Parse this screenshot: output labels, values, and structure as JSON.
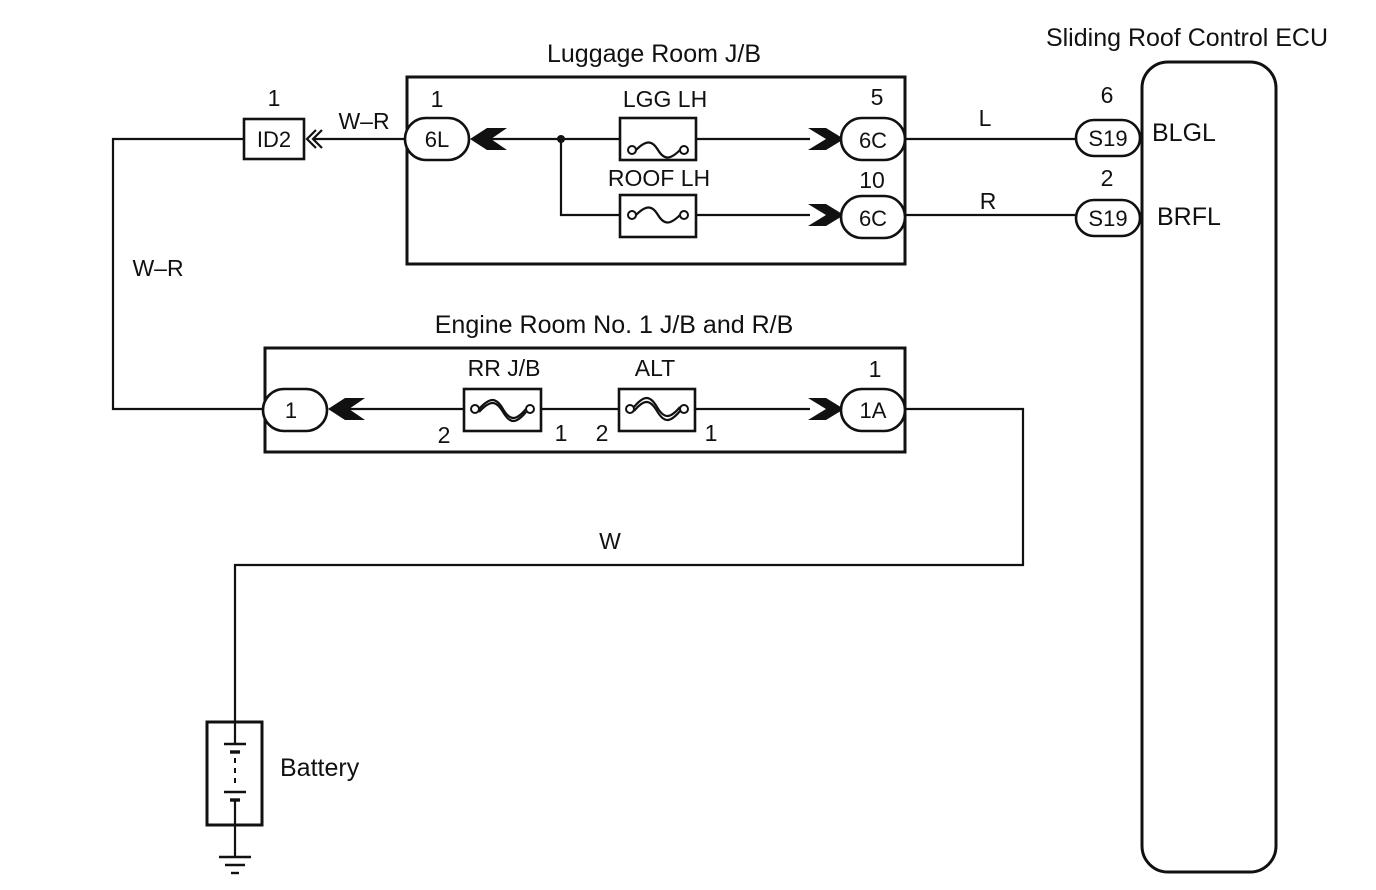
{
  "ecu": {
    "title": "Sliding Roof Control ECU",
    "pins": [
      {
        "number": "6",
        "connector": "S19",
        "signal": "BLGL"
      },
      {
        "number": "2",
        "connector": "S19",
        "signal": "BRFL"
      }
    ]
  },
  "luggage_jb": {
    "title": "Luggage Room J/B",
    "input": {
      "number": "1",
      "connector": "6L"
    },
    "fuses": [
      {
        "label": "LGG LH",
        "out_number": "5",
        "out_connector": "6C"
      },
      {
        "label": "ROOF LH",
        "out_number": "10",
        "out_connector": "6C"
      }
    ]
  },
  "junction_id2": {
    "number": "1",
    "label": "ID2"
  },
  "engine_jb": {
    "title": "Engine Room No. 1 J/B and R/B",
    "left_connector": "1",
    "right_number": "1",
    "right_connector": "1A",
    "fuses": [
      {
        "label": "RR J/B",
        "pin_left": "2",
        "pin_right": "1"
      },
      {
        "label": "ALT",
        "pin_left": "2",
        "pin_right": "1"
      }
    ]
  },
  "wires": {
    "id2_to_jb": "W–R",
    "to_engine_jb": "W–R",
    "blgl": "L",
    "brfl": "R",
    "battery": "W"
  },
  "battery": {
    "label": "Battery"
  }
}
